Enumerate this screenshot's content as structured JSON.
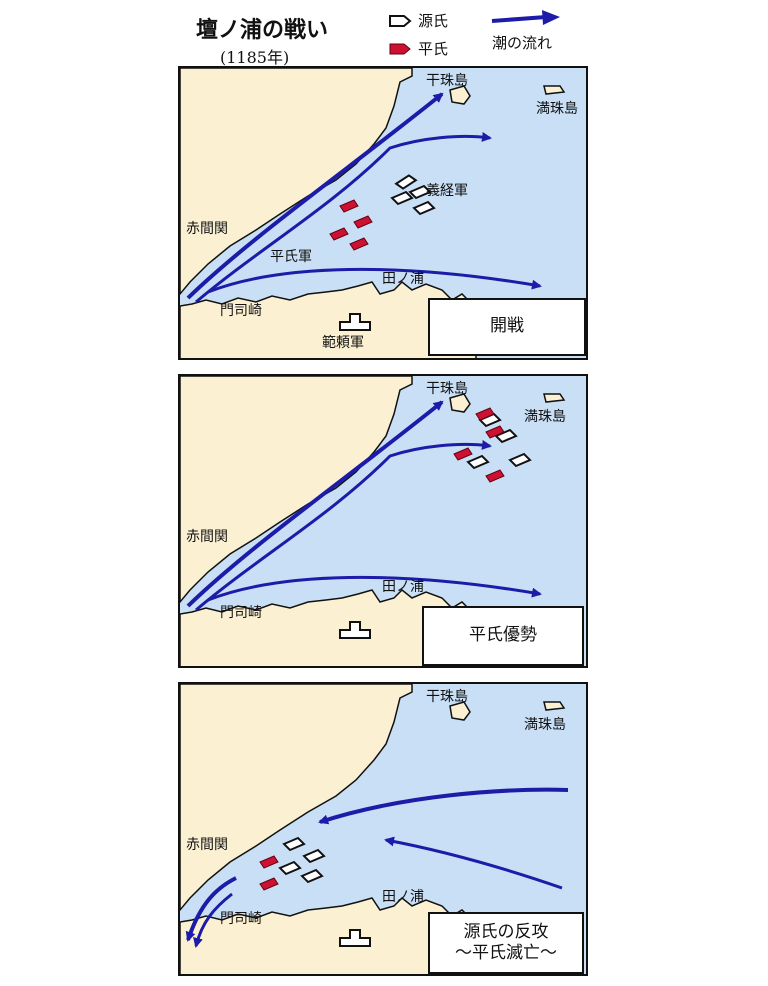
{
  "title": "壇ノ浦の戦い",
  "year": "(1185年)",
  "legend": {
    "genji": "源氏",
    "heishi": "平氏",
    "tide": "潮の流れ"
  },
  "colors": {
    "sea": "#c9dff5",
    "land": "#fbf1d2",
    "tide_arrow": "#1c1ca8",
    "heishi_ship": "#cc1133",
    "genji_ship": "#ffffff"
  },
  "panels": [
    {
      "labels": {
        "kanju": "干珠島",
        "manju": "満珠島",
        "akamagaseki": "赤間関",
        "mojizaki": "門司崎",
        "tanoura": "田ノ浦",
        "yoshitsune": "義経軍",
        "heishi_army": "平氏軍",
        "noriyori": "範頼軍"
      },
      "caption": "開戦"
    },
    {
      "labels": {
        "kanju": "干珠島",
        "manju": "満珠島",
        "akamagaseki": "赤間関",
        "mojizaki": "門司崎",
        "tanoura": "田ノ浦"
      },
      "caption": "平氏優勢"
    },
    {
      "labels": {
        "kanju": "干珠島",
        "manju": "満珠島",
        "akamagaseki": "赤間関",
        "mojizaki": "門司崎",
        "tanoura": "田ノ浦"
      },
      "caption_line1": "源氏の反攻",
      "caption_line2": "～平氏滅亡～"
    }
  ]
}
